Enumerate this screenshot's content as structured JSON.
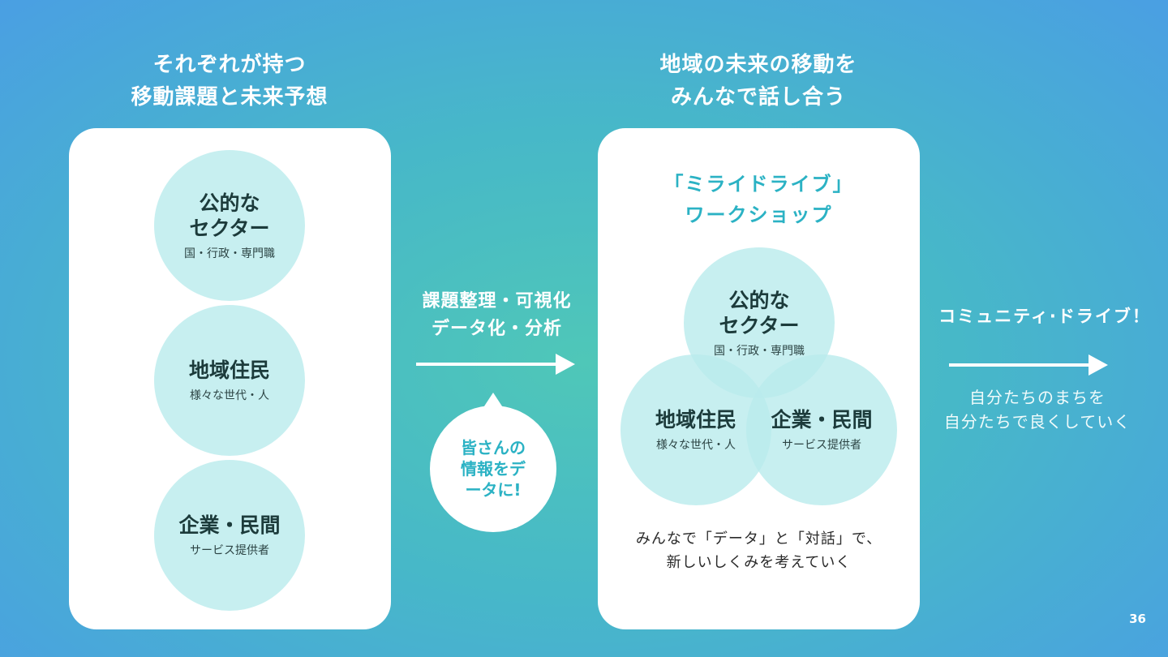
{
  "left": {
    "heading": [
      "それぞれが持つ",
      "移動課題と未来予想"
    ],
    "circles": [
      {
        "title": [
          "公的な",
          "セクター"
        ],
        "sub": "国・行政・専門職"
      },
      {
        "title": [
          "地域住民"
        ],
        "sub": "様々な世代・人"
      },
      {
        "title": [
          "企業・民間"
        ],
        "sub": "サービス提供者"
      }
    ]
  },
  "middle": {
    "label": [
      "課題整理・可視化",
      "データ化・分析"
    ],
    "bubble": [
      "皆さんの",
      "情報をデ",
      "ータに!"
    ]
  },
  "right_panel": {
    "heading": [
      "地域の未来の移動を",
      "みんなで話し合う"
    ],
    "workshop_title": [
      "「ミライドライブ」",
      "ワークショップ"
    ],
    "circles": [
      {
        "title": [
          "公的な",
          "セクター"
        ],
        "sub": "国・行政・専門職"
      },
      {
        "title": [
          "地域住民"
        ],
        "sub": "様々な世代・人"
      },
      {
        "title": [
          "企業・民間"
        ],
        "sub": "サービス提供者"
      }
    ],
    "description": [
      "みんなで「データ」と「対話」で、",
      "新しいしくみを考えていく"
    ]
  },
  "outcome": {
    "title": "コミュニティ·ドライブ！",
    "sub": [
      "自分たちのまちを",
      "自分たちで良くしていく"
    ]
  },
  "page_number": "36",
  "colors": {
    "accent": "#2bb2c4",
    "circle_fill": "#b9ebec",
    "panel": "#ffffff"
  }
}
